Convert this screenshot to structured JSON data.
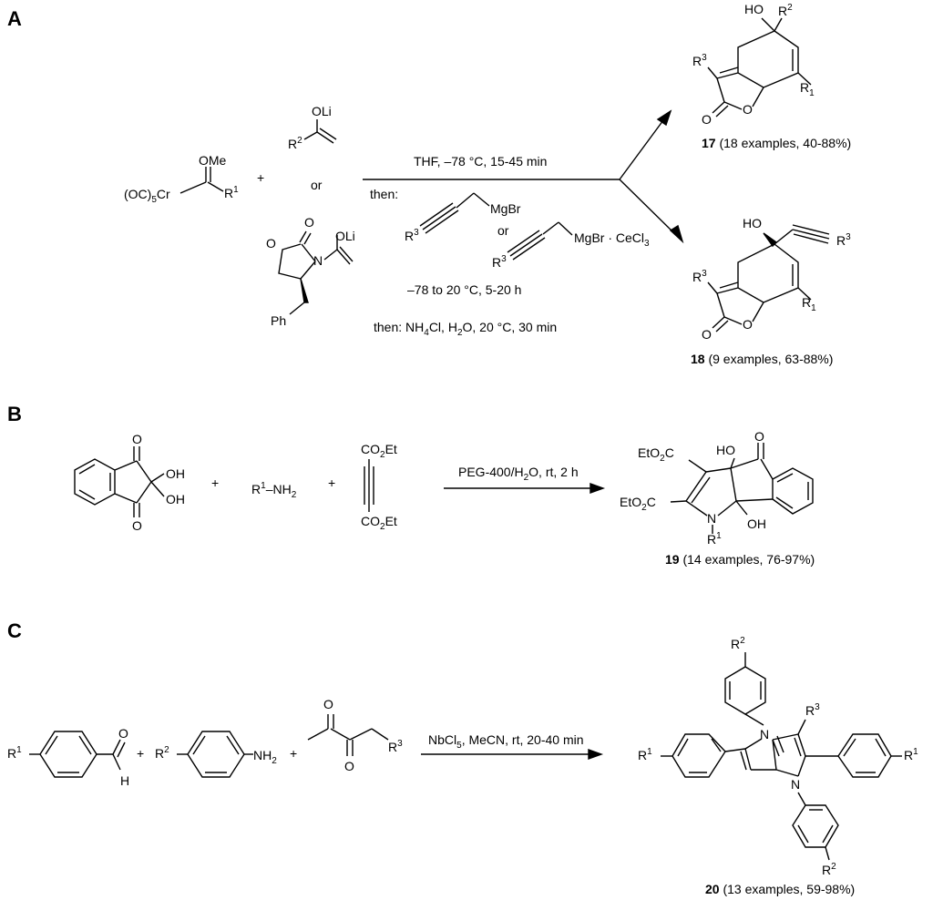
{
  "panels": {
    "a": "A",
    "b": "B",
    "c": "C"
  },
  "scheme_a": {
    "carbene_prefix": "(OC)",
    "carbene_sub": "5",
    "carbene_metal": "Cr",
    "ome": "OMe",
    "r1": "R",
    "r1_sup": "1",
    "plus": "+",
    "enolate_oli": "OLi",
    "enolate_r": "R",
    "enolate_sup": "2",
    "or": "or",
    "oxaz_o_carbonyl": "O",
    "oxaz_o_ring": "O",
    "oxaz_n": "N",
    "oxaz_oli": "OLi",
    "ph": "Ph",
    "cond_1": "THF, –78 °C, 15-45 min",
    "cond_then": "then:",
    "grignard_r": "R",
    "grignard_sup": "3",
    "grignard_mgbr": "MgBr",
    "grignard_or": "or",
    "grignard2_r": "R",
    "grignard2_sup": "3",
    "grignard2_mgbr": "MgBr · CeCl",
    "grignard2_sub": "3",
    "cond_temp": "–78 to 20 °C, 5-20 h",
    "cond_then2": "then: NH",
    "cond_then2_sub1": "4",
    "cond_then2_mid": "Cl, H",
    "cond_then2_sub2": "2",
    "cond_then2_end": "O, 20 °C, 30 min",
    "p17_ho": "HO",
    "p17_r2": "R",
    "p17_r2_sup": "2",
    "p17_r3": "R",
    "p17_r3_sup": "3",
    "p17_r1": "R",
    "p17_r1_sub": "1",
    "p17_o1": "O",
    "p17_o2": "O",
    "p17_num": "17",
    "p17_caption": " (18 examples, 40-88%)",
    "p18_ho": "HO",
    "p18_r3a": "R",
    "p18_r3a_sup": "3",
    "p18_r3": "R",
    "p18_r3_sup": "3",
    "p18_r1": "R",
    "p18_r1_sub": "1",
    "p18_o1": "O",
    "p18_o2": "O",
    "p18_num": "18",
    "p18_caption": " (9 examples, 63-88%)"
  },
  "scheme_b": {
    "o_top": "O",
    "o_bottom": "O",
    "oh1": "OH",
    "oh2": "OH",
    "plus1": "+",
    "amine_r": "R",
    "amine_sup": "1",
    "amine_nh": "–NH",
    "amine_sub": "2",
    "plus2": "+",
    "ester_top": "CO",
    "ester_top_sub": "2",
    "ester_top_end": "Et",
    "ester_bot": "CO",
    "ester_bot_sub": "2",
    "ester_bot_end": "Et",
    "cond": "PEG-400/H",
    "cond_sub": "2",
    "cond_end": "O, rt, 2 h",
    "p_eto1": "EtO",
    "p_eto1_sub": "2",
    "p_eto1_end": "C",
    "p_eto2": "EtO",
    "p_eto2_sub": "2",
    "p_eto2_end": "C",
    "p_ho": "HO",
    "p_o": "O",
    "p_n": "N",
    "p_oh": "OH",
    "p_r": "R",
    "p_r_sup": "1",
    "p_num": "19",
    "p_caption": " (14 examples, 76-97%)"
  },
  "scheme_c": {
    "ald_r": "R",
    "ald_sup": "1",
    "ald_o": "O",
    "ald_h": "H",
    "plus1": "+",
    "anil_r": "R",
    "anil_sup": "2",
    "anil_nh": "NH",
    "anil_sub": "2",
    "plus2": "+",
    "dione_o1": "O",
    "dione_o2": "O",
    "dione_r": "R",
    "dione_sup": "3",
    "cond": "NbCl",
    "cond_sub": "5",
    "cond_end": ", MeCN, rt, 20-40 min",
    "p_r2_top": "R",
    "p_r2_top_sup": "2",
    "p_n1": "N",
    "p_r3": "R",
    "p_r3_sup": "3",
    "p_r1_left": "R",
    "p_r1_left_sup": "1",
    "p_r1_right": "R",
    "p_r1_right_sup": "1",
    "p_n2": "N",
    "p_r2_bot": "R",
    "p_r2_bot_sup": "2",
    "p_num": "20",
    "p_caption": " (13 examples, 59-98%)"
  }
}
